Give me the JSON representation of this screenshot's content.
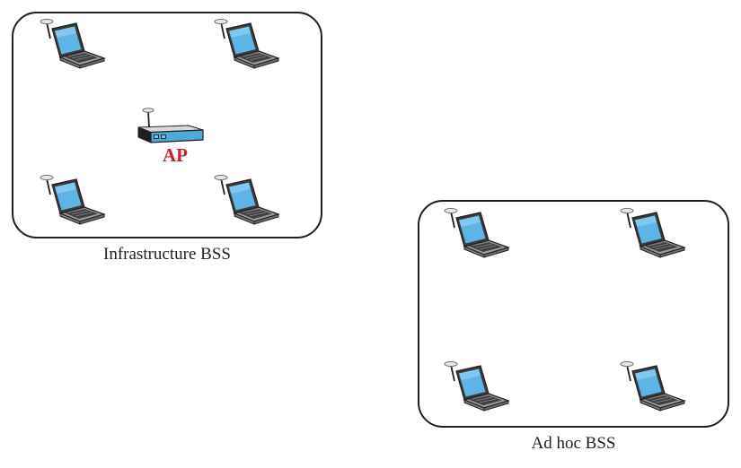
{
  "infrastructure": {
    "caption": "Infrastructure BSS",
    "ap_label": "AP",
    "stations": 4
  },
  "adhoc": {
    "caption": "Ad hoc BSS",
    "stations": 4
  },
  "colors": {
    "ap_label": "#c8232c",
    "screen": "#5fb4e6",
    "ap_body": "#4ea8da",
    "outline": "#231f20"
  }
}
